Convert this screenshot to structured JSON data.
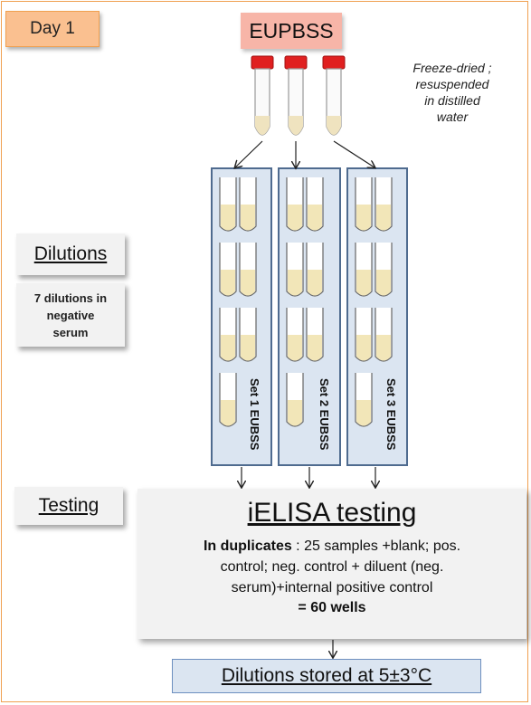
{
  "day_label": "Day 1",
  "sample_label": "EUPBSS",
  "note_lines": [
    "Freeze-dried ;",
    "resuspended",
    "in distilled",
    "water"
  ],
  "dilutions": {
    "title": "Dilutions",
    "note_lines": [
      "7 dilutions in",
      "negative",
      "serum"
    ]
  },
  "testing": {
    "title": "Testing"
  },
  "sets": [
    {
      "label": "Set 1 EUBSS"
    },
    {
      "label": "Set 2 EUBSS"
    },
    {
      "label": "Set 3 EUBSS"
    }
  ],
  "ielisa": {
    "title": "iELISA testing",
    "lead": "In duplicates",
    "body_lines": [
      " : 25 samples +blank; pos.",
      "control; neg. control + diluent (neg.",
      "serum)+internal positive control"
    ],
    "total": "= 60 wells"
  },
  "storage": "Dilutions stored at 5±3°C",
  "colors": {
    "frame": "#f0a050",
    "day_fill": "#fac090",
    "sample_fill": "#f7b5a8",
    "set_fill": "#dbe5f1",
    "set_border": "#4f6b8f",
    "liquid": "#f2e6b8",
    "cap": "#e02020"
  }
}
